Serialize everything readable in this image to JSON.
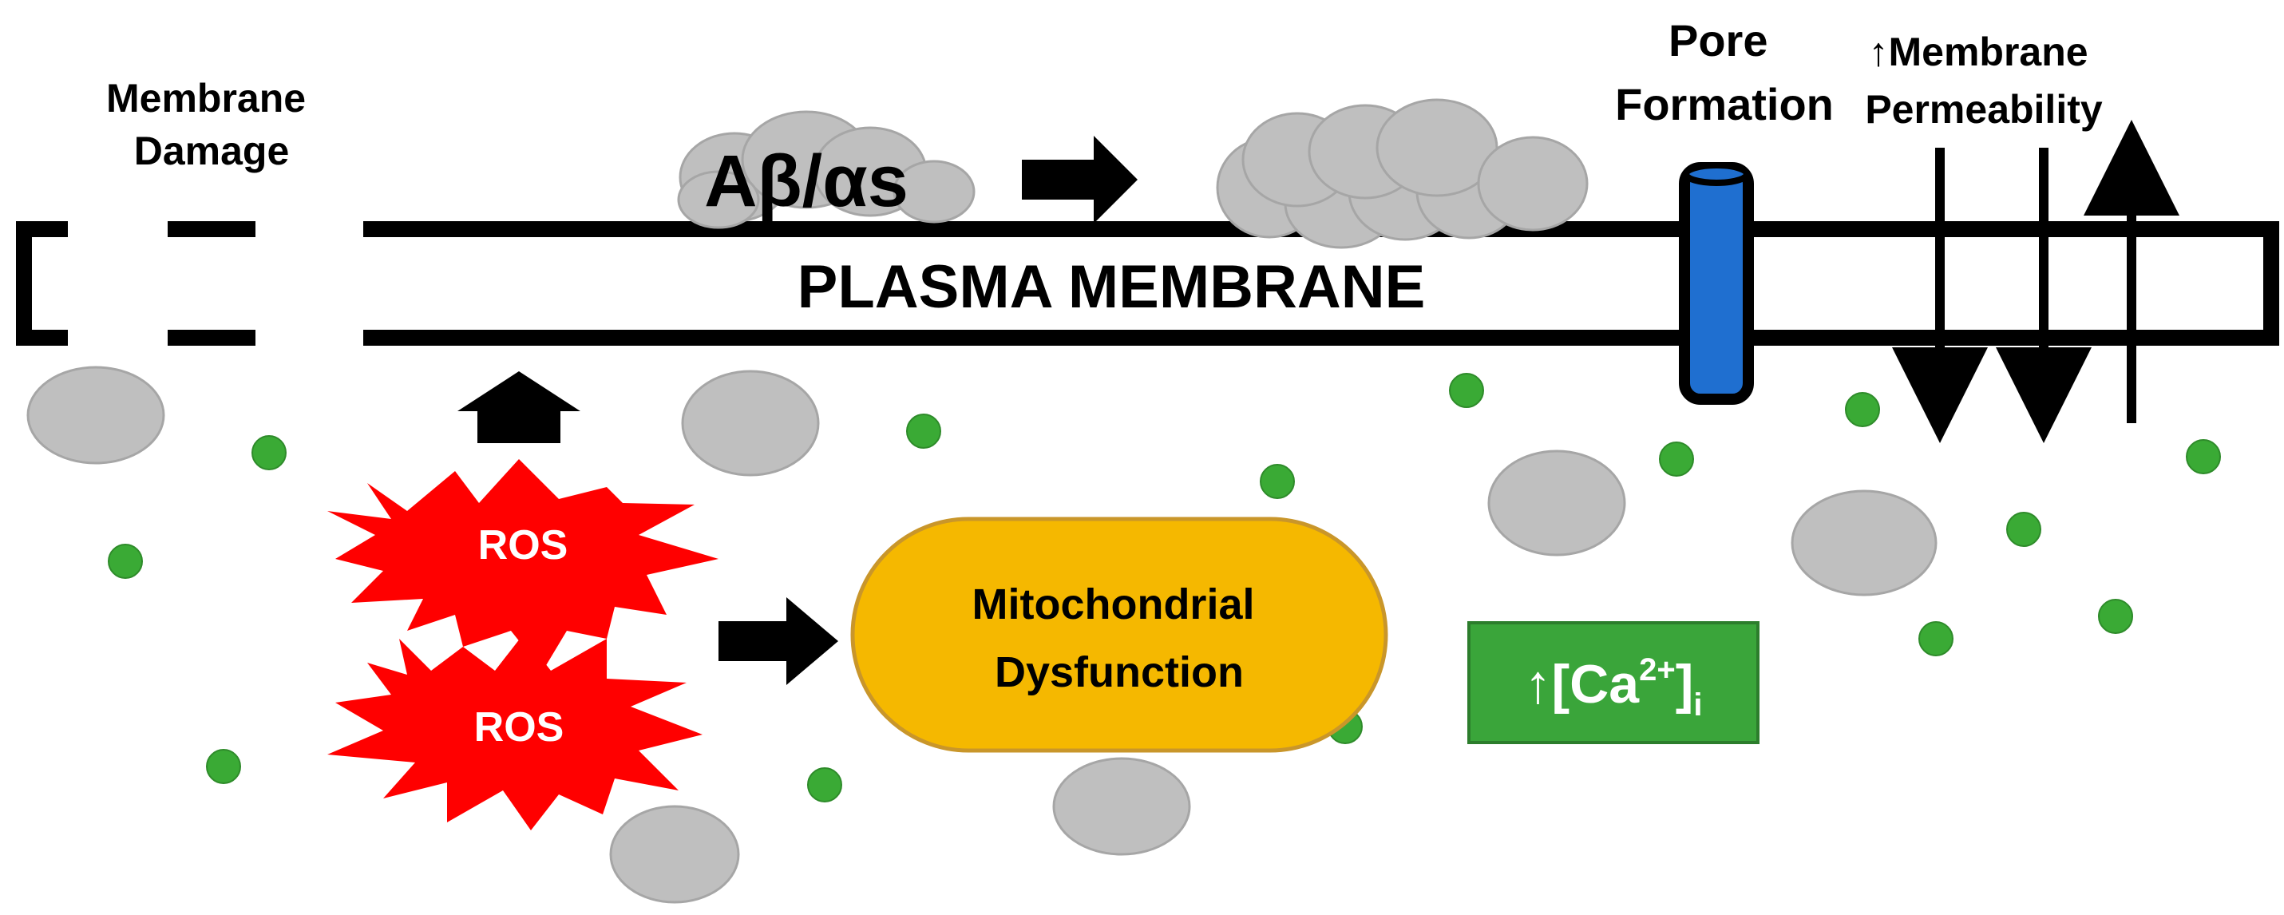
{
  "labels": {
    "membrane_damage": [
      "Membrane",
      "Damage"
    ],
    "peptides": "Aβ/αs",
    "plasma_membrane": "PLASMA MEMBRANE",
    "pore_formation": [
      "Pore",
      "Formation"
    ],
    "membrane_permeability": [
      "↑Membrane",
      "Permeability"
    ],
    "ros": "ROS",
    "mitochondrial_dysfunction": [
      "Mitochondrial",
      "Dysfunction"
    ],
    "calcium": {
      "arrow": "↑",
      "open": "[Ca",
      "superscript": "2+",
      "close": "]",
      "subscript": "i"
    }
  },
  "colors": {
    "outline": "#000000",
    "grey_blob": "#bfbfbf",
    "grey_blob_stroke": "#a6a6a6",
    "calcium_dot": "#3aaa35",
    "ros_star": "#ff0000",
    "mito_fill": "#f5b800",
    "mito_stroke": "#c9962a",
    "pore_fill": "#1f6fd0",
    "calcium_box": "#3aa53a",
    "calcium_box_stroke": "#2c7d2c"
  }
}
